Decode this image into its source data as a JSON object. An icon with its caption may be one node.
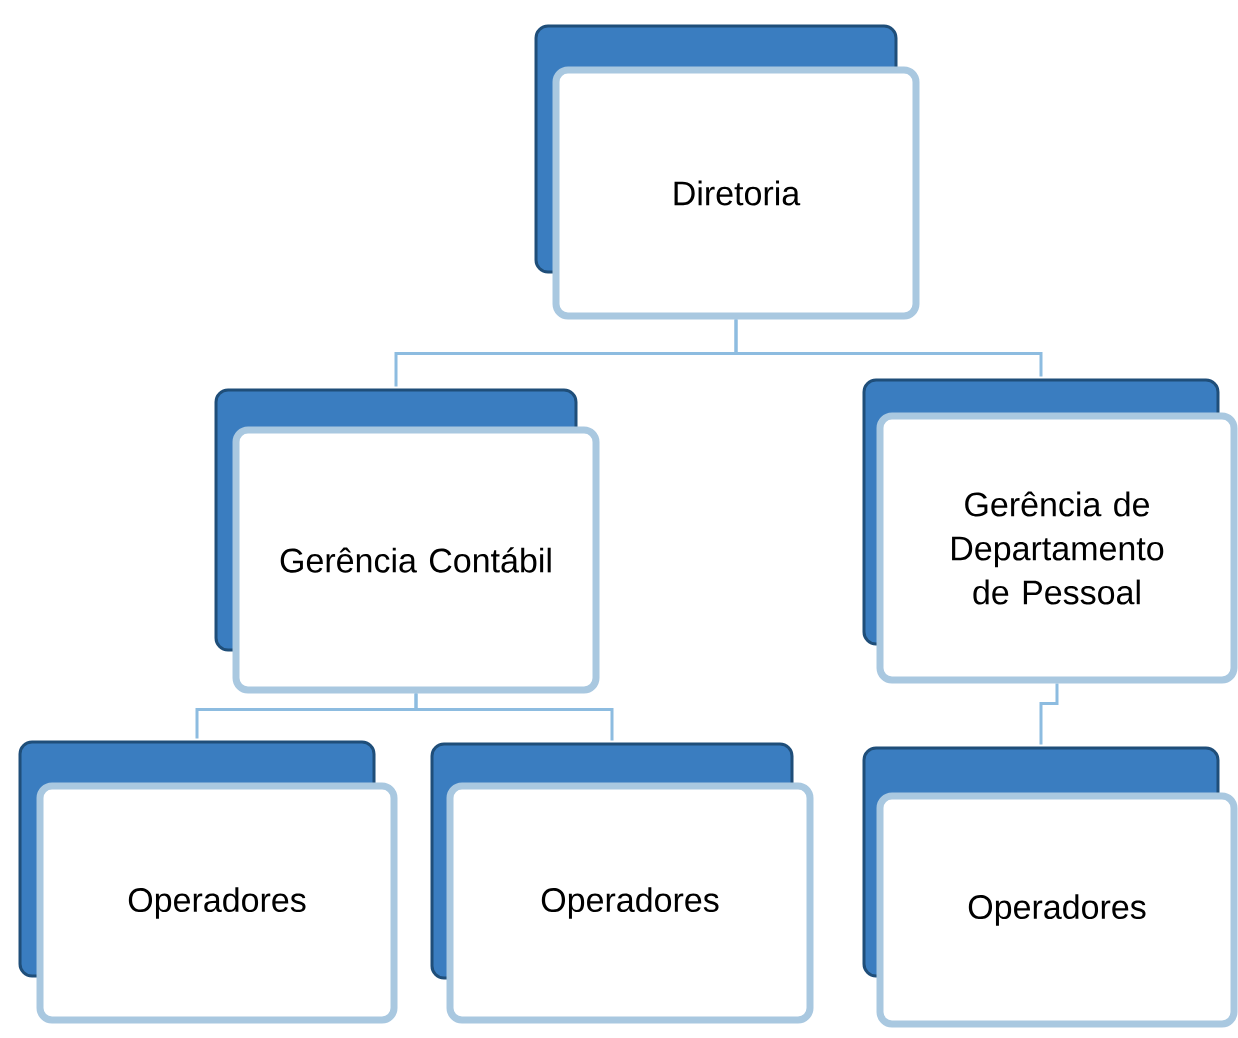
{
  "diagram": {
    "nodes": [
      {
        "text": [
          "Diretoria"
        ]
      },
      {
        "text": [
          "Gerência Contábil"
        ]
      },
      {
        "text": [
          "Gerência de Departamento de Pessoal"
        ]
      },
      {
        "text": [
          "Operadores"
        ]
      },
      {
        "text": [
          "Operadores"
        ]
      },
      {
        "text": [
          "Operadores"
        ]
      }
    ],
    "edges": [
      {
        "from": 0,
        "to": 1,
        "arrow": "none"
      },
      {
        "from": 0,
        "to": 2,
        "arrow": "none"
      },
      {
        "from": 1,
        "to": 3,
        "arrow": "none"
      },
      {
        "from": 1,
        "to": 4,
        "arrow": "none"
      },
      {
        "from": 2,
        "to": 5,
        "arrow": "none"
      }
    ]
  }
}
